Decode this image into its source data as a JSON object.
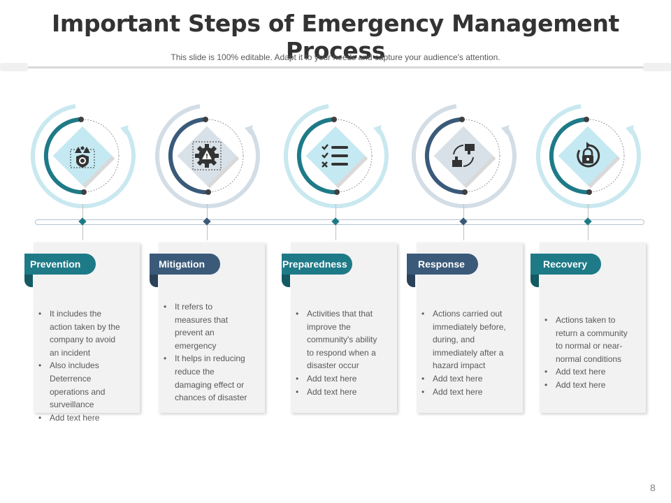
{
  "slide": {
    "title": "Important Steps of Emergency Management Process",
    "subtitle": "This slide is 100% editable. Adapt it to your needs and capture your audience's attention.",
    "page_number": "8"
  },
  "colors": {
    "teal": "#1e7a87",
    "navy": "#3b5a7a",
    "light_ring": "#c9e8f0",
    "light_ring_alt": "#d3dde6",
    "diamond_fill_teal": "#c5e9f2",
    "diamond_fill_gray": "#d9e1e8",
    "card_bg": "#f2f2f2"
  },
  "steps": [
    {
      "label": "Prevention",
      "icon": "shield-gear-warning-icon",
      "bullets": [
        "It includes the action taken by the company to avoid an incident",
        "Also includes Deterrence operations and surveillance",
        "Add text here"
      ]
    },
    {
      "label": "Mitigation",
      "icon": "gear-warning-icon",
      "bullets": [
        "It refers to measures that prevent an emergency",
        "It helps in reducing reduce the damaging effect or chances of disaster"
      ]
    },
    {
      "label": "Preparedness",
      "icon": "checklist-icon",
      "bullets": [
        "Activities that that improve the community's ability to respond when a disaster occur",
        "Add text here",
        "Add text here"
      ]
    },
    {
      "label": "Response",
      "icon": "thumbs-up-down-icon",
      "bullets": [
        "Actions carried out immediately before, during, and immediately after a hazard impact",
        "Add text here",
        "Add text here"
      ]
    },
    {
      "label": "Recovery",
      "icon": "refresh-lock-icon",
      "bullets": [
        "Actions taken to return a community to normal or near-normal conditions",
        "Add text here",
        "Add text here"
      ]
    }
  ]
}
